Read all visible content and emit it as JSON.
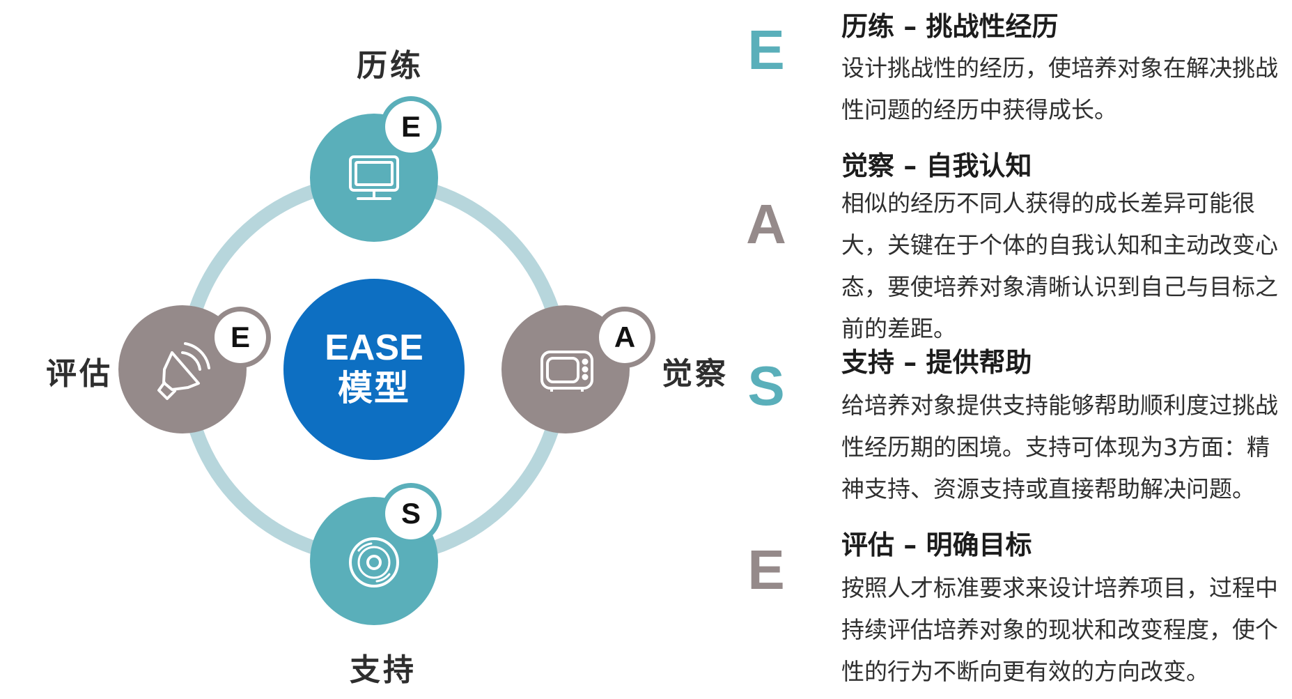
{
  "colors": {
    "teal": "#5aafba",
    "gray": "#958a8a",
    "ring": "#b7d6dc",
    "center": "#0d6fc2",
    "badge_ring_teal": "#5aafba",
    "badge_ring_gray": "#958a8a"
  },
  "diagram": {
    "center": {
      "line1": "EASE",
      "line2": "模型"
    },
    "labels": {
      "top": "历练",
      "right": "觉察",
      "bottom": "支持",
      "left": "评估"
    },
    "nodes": [
      {
        "position": "top",
        "badge": "E",
        "icon": "monitor-icon",
        "color": "teal"
      },
      {
        "position": "right",
        "badge": "A",
        "icon": "television-icon",
        "color": "gray"
      },
      {
        "position": "bottom",
        "badge": "S",
        "icon": "disc-icon",
        "color": "teal"
      },
      {
        "position": "left",
        "badge": "E",
        "icon": "speaker-icon",
        "color": "gray"
      }
    ]
  },
  "sections": [
    {
      "letter": "E",
      "letter_color": "#5aafba",
      "title": "历练 – 挑战性经历",
      "body": "设计挑战性的经历，使培养对象在解决挑战性问题的经历中获得成长。"
    },
    {
      "letter": "A",
      "letter_color": "#958a8a",
      "title": "觉察 – 自我认知",
      "body": "相似的经历不同人获得的成长差异可能很大，关键在于个体的自我认知和主动改变心态，要使培养对象清晰认识到自己与目标之前的差距。"
    },
    {
      "letter": "S",
      "letter_color": "#5aafba",
      "title": "支持 – 提供帮助",
      "body": "给培养对象提供支持能够帮助顺利度过挑战性经历期的困境。支持可体现为3方面：精神支持、资源支持或直接帮助解决问题。"
    },
    {
      "letter": "E",
      "letter_color": "#958a8a",
      "title": "评估 – 明确目标",
      "body": "按照人才标准要求来设计培养项目，过程中持续评估培养对象的现状和改变程度，使个性的行为不断向更有效的方向改变。"
    }
  ]
}
